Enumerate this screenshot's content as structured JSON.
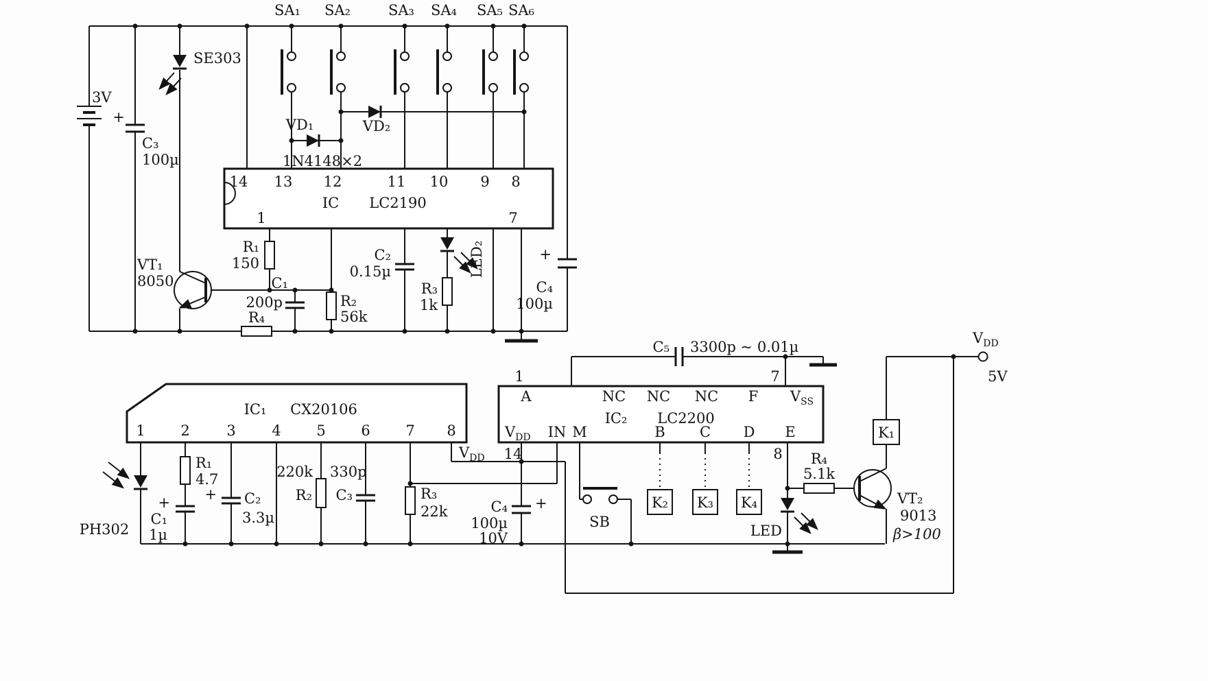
{
  "transmitter": {
    "battery_label": "3V",
    "c3_name": "C₃",
    "c3_value": "100µ",
    "ir_led": "SE303",
    "switches": [
      "SA₁",
      "SA₂",
      "SA₃",
      "SA₄",
      "SA₅",
      "SA₆"
    ],
    "vd1": "VD₁",
    "vd2": "VD₂",
    "diode_part": "1N4148×2",
    "ic_prefix": "IC",
    "ic_part": "LC2190",
    "pins_top": [
      "14",
      "13",
      "12",
      "11",
      "10",
      "9",
      "8"
    ],
    "pin_1": "1",
    "pin_7": "7",
    "r1_name": "R₁",
    "r1_value": "150",
    "vt1_name": "VT₁",
    "vt1_part": "8050",
    "c1_name": "C₁",
    "c1_value": "200p",
    "r2_name": "R₂",
    "r2_value": "56k",
    "r4_name": "R₄",
    "c2_name": "C₂",
    "c2_value": "0.15µ",
    "led2_name": "LED₂",
    "r3_name": "R₃",
    "r3_value": "1k",
    "c4_name": "C₄",
    "c4_value": "100µ"
  },
  "receiver": {
    "ic1_prefix": "IC₁",
    "ic1_part": "CX20106",
    "pins": [
      "1",
      "2",
      "3",
      "4",
      "5",
      "6",
      "7",
      "8"
    ],
    "photodiode": "PH302",
    "c1_name": "C₁",
    "c1_value": "1µ",
    "r1_name": "R₁",
    "r1_value": "4.7",
    "c2_name": "C₂",
    "c2_value": "3.3µ",
    "r2_value": "220k",
    "r2_name": "R₂",
    "c3_value": "330p",
    "c3_name": "C₃",
    "r3_name": "R₃",
    "r3_value": "22k",
    "vdd_base": "V",
    "vdd_sub": "DD",
    "c4_name": "C₄",
    "c4_value": "100µ",
    "c4_voltage": "10V"
  },
  "decoder": {
    "ic2_prefix": "IC₂",
    "ic2_part": "LC2200",
    "pin1": "1",
    "pin7": "7",
    "pin14": "14",
    "pin8": "8",
    "top_labels": [
      "A",
      "NC",
      "NC",
      "NC",
      "F"
    ],
    "vss_base": "V",
    "vss_sub": "SS",
    "vdd_base": "V",
    "vdd_sub": "DD",
    "bottom_labels": [
      "IN",
      "M",
      "B",
      "C",
      "D",
      "E"
    ],
    "c5_name": "C₅",
    "c5_value": "3300p ~ 0.01µ",
    "sb_label": "SB",
    "k1": "K₁",
    "k2": "K₂",
    "k3": "K₃",
    "k4": "K₄",
    "led_label": "LED",
    "r4_name": "R₄",
    "r4_value": "5.1k",
    "vt2_name": "VT₂",
    "vt2_part": "9013",
    "vt2_beta": "β>100",
    "supply_base": "V",
    "supply_sub": "DD",
    "supply_value": "5V"
  },
  "symbols": {
    "plus": "+"
  }
}
